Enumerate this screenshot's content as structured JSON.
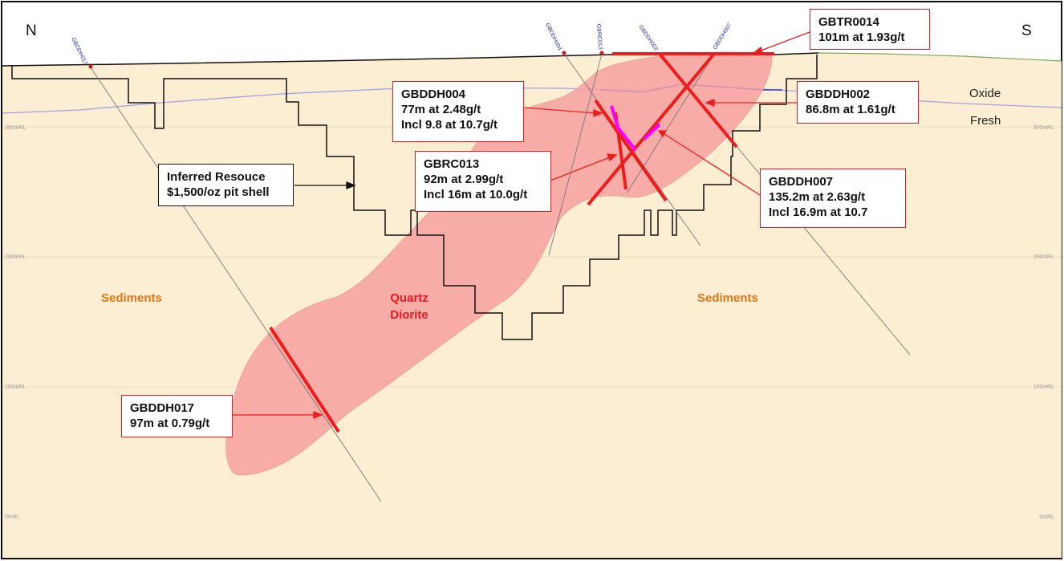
{
  "directions": {
    "north": "N",
    "south": "S"
  },
  "weathering": {
    "oxide": "Oxide",
    "fresh": "Fresh"
  },
  "rl_labels": {
    "r300_left": "300mRL",
    "r300_right": "300mRL",
    "r200_left": "200mRL",
    "r200_right": "200mRL",
    "r100_left": "100mRL",
    "r100_right": "100mRL",
    "r0_left": "0mRL",
    "r0_right": "0mRL"
  },
  "holes": {
    "gbddh017": "GBDDH017",
    "gbddh004": "GBDDH004",
    "gbrc013": "GBRC013",
    "gbddh002": "GBDDH002",
    "gbddh007": "GBDDH007"
  },
  "lithology": {
    "sediments_left": "Sediments",
    "sediments_right": "Sediments",
    "quartz": "Quartz",
    "diorite": "Diorite"
  },
  "callouts": {
    "gbtr0014": {
      "line1": "GBTR0014",
      "line2": "101m at 1.93g/t"
    },
    "gbddh004": {
      "line1": "GBDDH004",
      "line2": "77m at 2.48g/t",
      "line3": "Incl 9.8 at 10.7g/t"
    },
    "gbrc013": {
      "line1": "GBRC013",
      "line2": "92m at 2.99g/t",
      "line3": "Incl 16m at 10.0g/t"
    },
    "gbddh002": {
      "line1": "GBDDH002",
      "line2": "86.8m at 1.61g/t"
    },
    "gbddh007": {
      "line1": "GBDDH007",
      "line2": "135.2m at 2.63g/t",
      "line3": "Incl 16.9m at 10.7"
    },
    "gbddh017": {
      "line1": "GBDDH017",
      "line2": "97m at 0.79g/t"
    },
    "pit": {
      "line1": "Inferred Resouce",
      "line2": "$1,500/oz pit shell"
    }
  },
  "colors": {
    "background": "#fbeed2",
    "quartz_diorite": "#f7a0a0",
    "intercept": "#ee1c1c",
    "high_grade": "#ff00ff",
    "oxide_line": "#2b3ae0",
    "pit_shell": "#111111"
  }
}
